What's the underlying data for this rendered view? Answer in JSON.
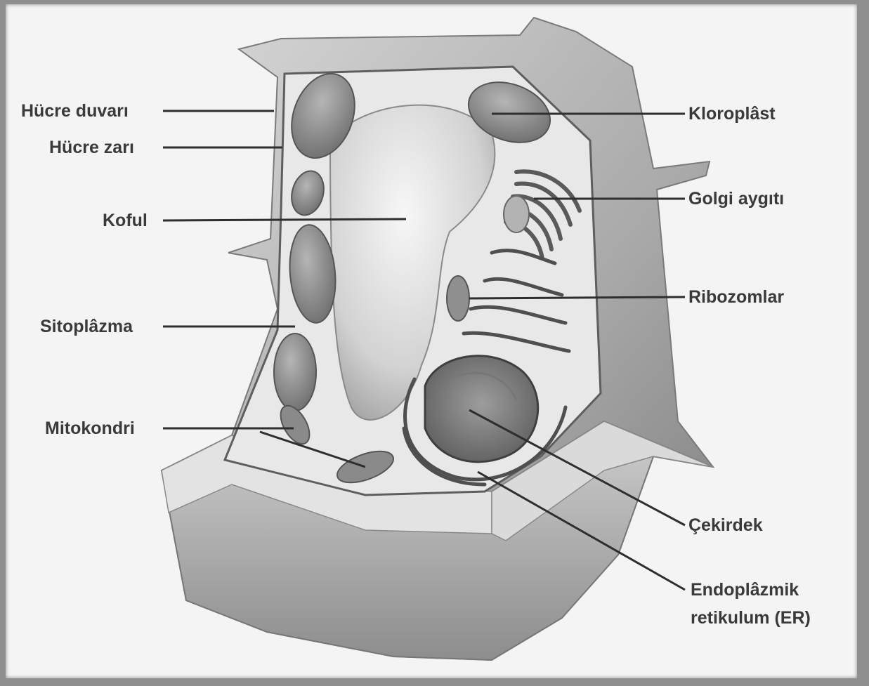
{
  "diagram": {
    "labels_left": {
      "cell_wall": "Hücre duvarı",
      "cell_membrane": "Hücre zarı",
      "vacuole": "Koful",
      "cytoplasm": "Sitoplâzma",
      "mitochondria": "Mitokondri"
    },
    "labels_right": {
      "chloroplast": "Kloroplâst",
      "golgi": "Golgi aygıtı",
      "ribosomes": "Ribozomlar",
      "nucleus": "Çekirdek",
      "er_line1": "Endoplâzmik",
      "er_line2": "retikulum (ER)"
    }
  }
}
